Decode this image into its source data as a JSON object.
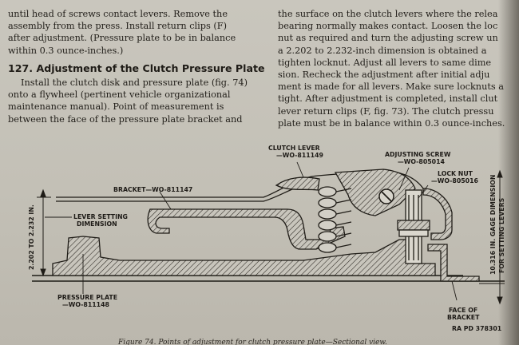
{
  "left_column": {
    "lines_top": [
      "until head of screws contact levers.  Remove the",
      "assembly from the press.  Install return clips (F)",
      "after adjustment.  (Pressure plate to be in balance",
      "within 0.3 ounce-inches.)"
    ],
    "section_heading": "127.  Adjustment of the Clutch Pressure Plate",
    "lines_body": [
      "Install the clutch disk and pressure plate (fig. 74)",
      "onto a flywheel (pertinent vehicle organizational",
      "maintenance manual).  Point of measurement is",
      "between the face of the pressure plate bracket and"
    ]
  },
  "right_column": {
    "lines": [
      "the surface on the clutch levers where the relea",
      "bearing normally makes contact.  Loosen the loc",
      "nut as required and turn the adjusting screw un",
      "a 2.202 to 2.232-inch dimension is obtained a",
      "tighten locknut.  Adjust all levers to same dime",
      "sion.  Recheck the adjustment after initial adju",
      "ment is made for all levers.  Make sure locknuts a",
      "tight.  After adjustment is completed, install clut",
      "lever return clips (F, fig. 73).  The clutch pressu",
      "plate must be in balance within 0.3 ounce-inches."
    ]
  },
  "figure": {
    "labels": {
      "clutch_lever_1": "CLUTCH LEVER",
      "clutch_lever_2": "—WO-811149",
      "adjusting_screw_1": "ADJUSTING SCREW",
      "adjusting_screw_2": "—WO-805014",
      "lock_nut_1": "LOCK NUT",
      "lock_nut_2": "—WO-805016",
      "bracket": "BRACKET—WO-811147",
      "lever_setting_1": "LEVER SETTING",
      "lever_setting_2": "DIMENSION",
      "left_dimension": "2.202 TO 2.232 IN.",
      "right_dimension_1": "10.316 IN. GAGE DIMENSION",
      "right_dimension_2": "FOR SETTING LEVERS",
      "pressure_plate_1": "PRESSURE PLATE",
      "pressure_plate_2": "—WO-811148",
      "face_of_bracket_1": "FACE OF",
      "face_of_bracket_2": "BRACKET",
      "ra_pd": "RA PD  378301"
    },
    "caption": "Figure 74.  Points of adjustment for clutch pressure plate—Sectional view."
  }
}
